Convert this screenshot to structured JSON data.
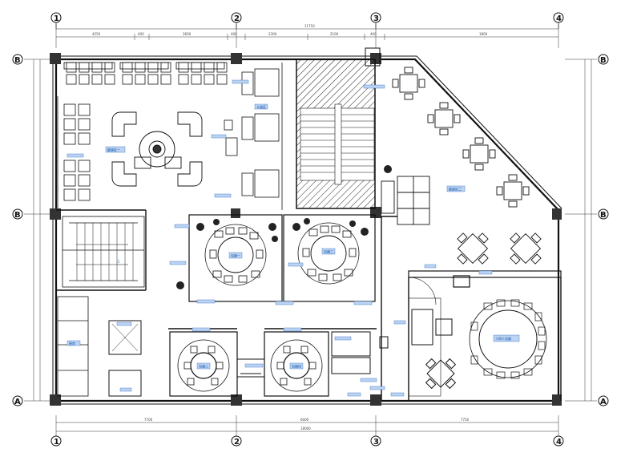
{
  "grid_axes": {
    "vertical": [
      "1",
      "2",
      "3",
      "4"
    ],
    "horizontal": [
      "A",
      "B",
      "B"
    ]
  },
  "dimensions": {
    "top_total": "11710",
    "top_segments": [
      "4250",
      "400",
      "3600",
      "400",
      "2300",
      "2100",
      "400",
      "1800"
    ],
    "bottom_total": "18000",
    "bottom_segments": [
      "7700",
      "6000",
      "7750"
    ]
  },
  "rooms": {
    "hall_one": "散座区一",
    "hall_two": "散座区二",
    "hall_three": "卡座区",
    "private_1": "包厢一",
    "private_2": "包厢二",
    "private_3": "包厢三",
    "private_4": "包厢四",
    "big_room": "十四人包厢",
    "stair_up": "上",
    "kitchen": "厨房"
  }
}
